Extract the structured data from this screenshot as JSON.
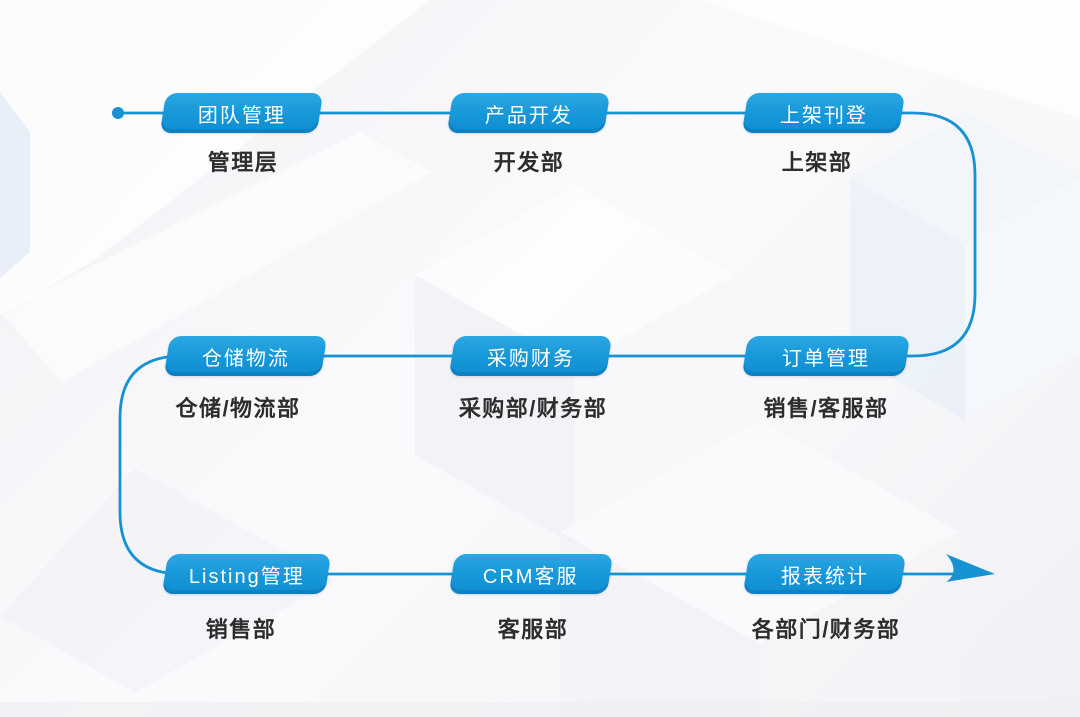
{
  "flow": {
    "start_marker": "dot",
    "end_marker": "arrow",
    "nodes": [
      {
        "id": "team-management",
        "label": "团队管理",
        "dept": "管理层"
      },
      {
        "id": "product-development",
        "label": "产品开发",
        "dept": "开发部"
      },
      {
        "id": "listing-publish",
        "label": "上架刊登",
        "dept": "上架部"
      },
      {
        "id": "warehouse-logistics",
        "label": "仓储物流",
        "dept": "仓储/物流部"
      },
      {
        "id": "procurement-finance",
        "label": "采购财务",
        "dept": "采购部/财务部"
      },
      {
        "id": "order-management",
        "label": "订单管理",
        "dept": "销售/客服部"
      },
      {
        "id": "listing-management",
        "label": "Listing管理",
        "dept": "销售部"
      },
      {
        "id": "crm-service",
        "label": "CRM客服",
        "dept": "客服部"
      },
      {
        "id": "report-statistics",
        "label": "报表统计",
        "dept": "各部门/财务部"
      }
    ],
    "colors": {
      "node_top": "#2ca7e2",
      "node_bottom": "#0f8ed2",
      "line": "#1793d3",
      "label_text": "#2d2d2d",
      "node_text": "#ffffff"
    }
  }
}
